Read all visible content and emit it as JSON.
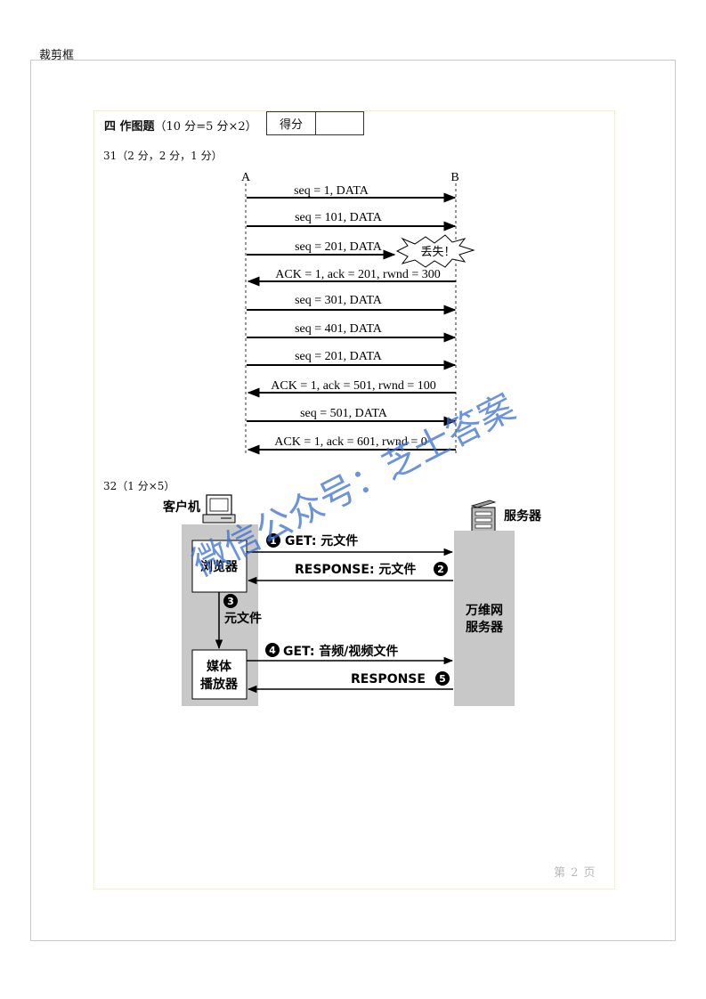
{
  "page": {
    "crop_label": "裁剪框",
    "section_title_bold": "四  作图题",
    "section_title_rest": "（10 分=5 分×2）",
    "score_label": "得分",
    "score_value": "",
    "page_number": "第 2 页"
  },
  "q31": {
    "label": "31（2 分，2 分，1 分）",
    "host_a": "A",
    "host_b": "B",
    "messages": [
      "seq = 1, DATA",
      "seq = 101, DATA",
      "seq = 201, DATA",
      "ACK = 1, ack = 201, rwnd = 300",
      "seq = 301, DATA",
      "seq = 401, DATA",
      "seq = 201, DATA",
      "ACK = 1, ack = 501, rwnd = 100",
      "seq = 501, DATA",
      "ACK = 1, ack = 601, rwnd = 0"
    ],
    "lost_label": "丢失！"
  },
  "q32": {
    "label": "32（1 分×5）",
    "client_label": "客户机",
    "server_label": "服务器",
    "browser_label": "浏览器",
    "player_line1": "媒体",
    "player_line2": "播放器",
    "web_server_line1": "万维网",
    "web_server_line2": "服务器",
    "step1_label": "GET: 元文件",
    "step2_label": "RESPONSE: 元文件",
    "step3_label": "元文件",
    "step4_label": "GET: 音频/视频文件",
    "step5_label": "RESPONSE",
    "step_numbers": [
      "1",
      "2",
      "3",
      "4",
      "5"
    ]
  },
  "watermark": "微信公众号：芝士答案"
}
